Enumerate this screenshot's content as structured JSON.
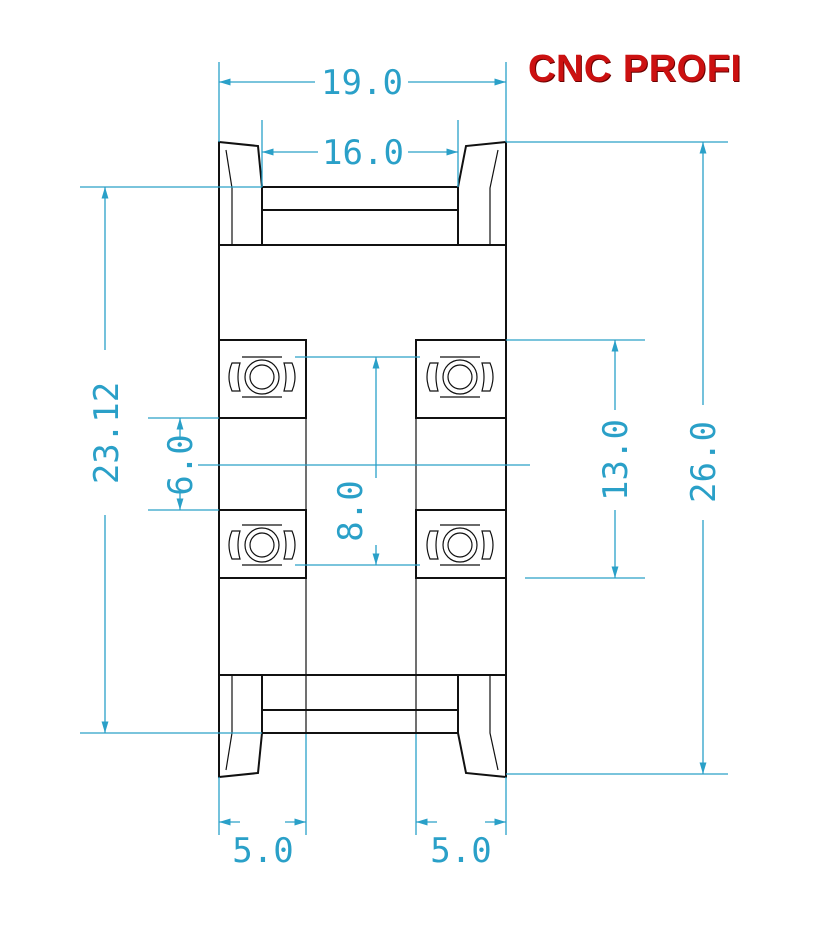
{
  "brand": {
    "text": "CNC PROFI",
    "color": "#cc1111"
  },
  "colors": {
    "dimension": "#2aa0c8",
    "outline": "#111111"
  },
  "dimensions": {
    "top_width": "19.0",
    "inner_width": "16.0",
    "left_height": "23.12",
    "small_offset": "6.0",
    "center_height": "8.0",
    "right_inner_height": "13.0",
    "total_height": "26.0",
    "bottom_left": "5.0",
    "bottom_right": "5.0"
  }
}
